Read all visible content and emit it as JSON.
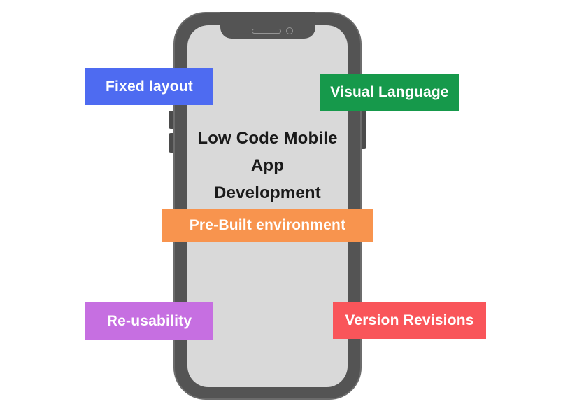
{
  "page": {
    "background": "#ffffff"
  },
  "phone": {
    "body_color": "#545454",
    "screen_color": "#d9d9d9",
    "button_color": "#4b4b4b",
    "notch_color": "#545454",
    "detail_outline_color": "#959595"
  },
  "title": {
    "full_text": "Low Code Mobile App Development",
    "lines": [
      "Low Code Mobile",
      "App",
      "Development"
    ],
    "color": "#1a1a1a"
  },
  "labels": [
    {
      "id": "fixed-layout",
      "text": "Fixed layout",
      "bg": "#4e6bf1",
      "text_color": "#ffffff"
    },
    {
      "id": "visual-language",
      "text": "Visual Language",
      "bg": "#16994b",
      "text_color": "#ffffff"
    },
    {
      "id": "pre-built-environment",
      "text": "Pre-Built environment",
      "bg": "#f8944e",
      "text_color": "#ffffff"
    },
    {
      "id": "re-usability",
      "text": "Re-usability",
      "bg": "#c66fe1",
      "text_color": "#ffffff"
    },
    {
      "id": "version-revisions",
      "text": "Version Revisions",
      "bg": "#f9555a",
      "text_color": "#ffffff"
    }
  ]
}
